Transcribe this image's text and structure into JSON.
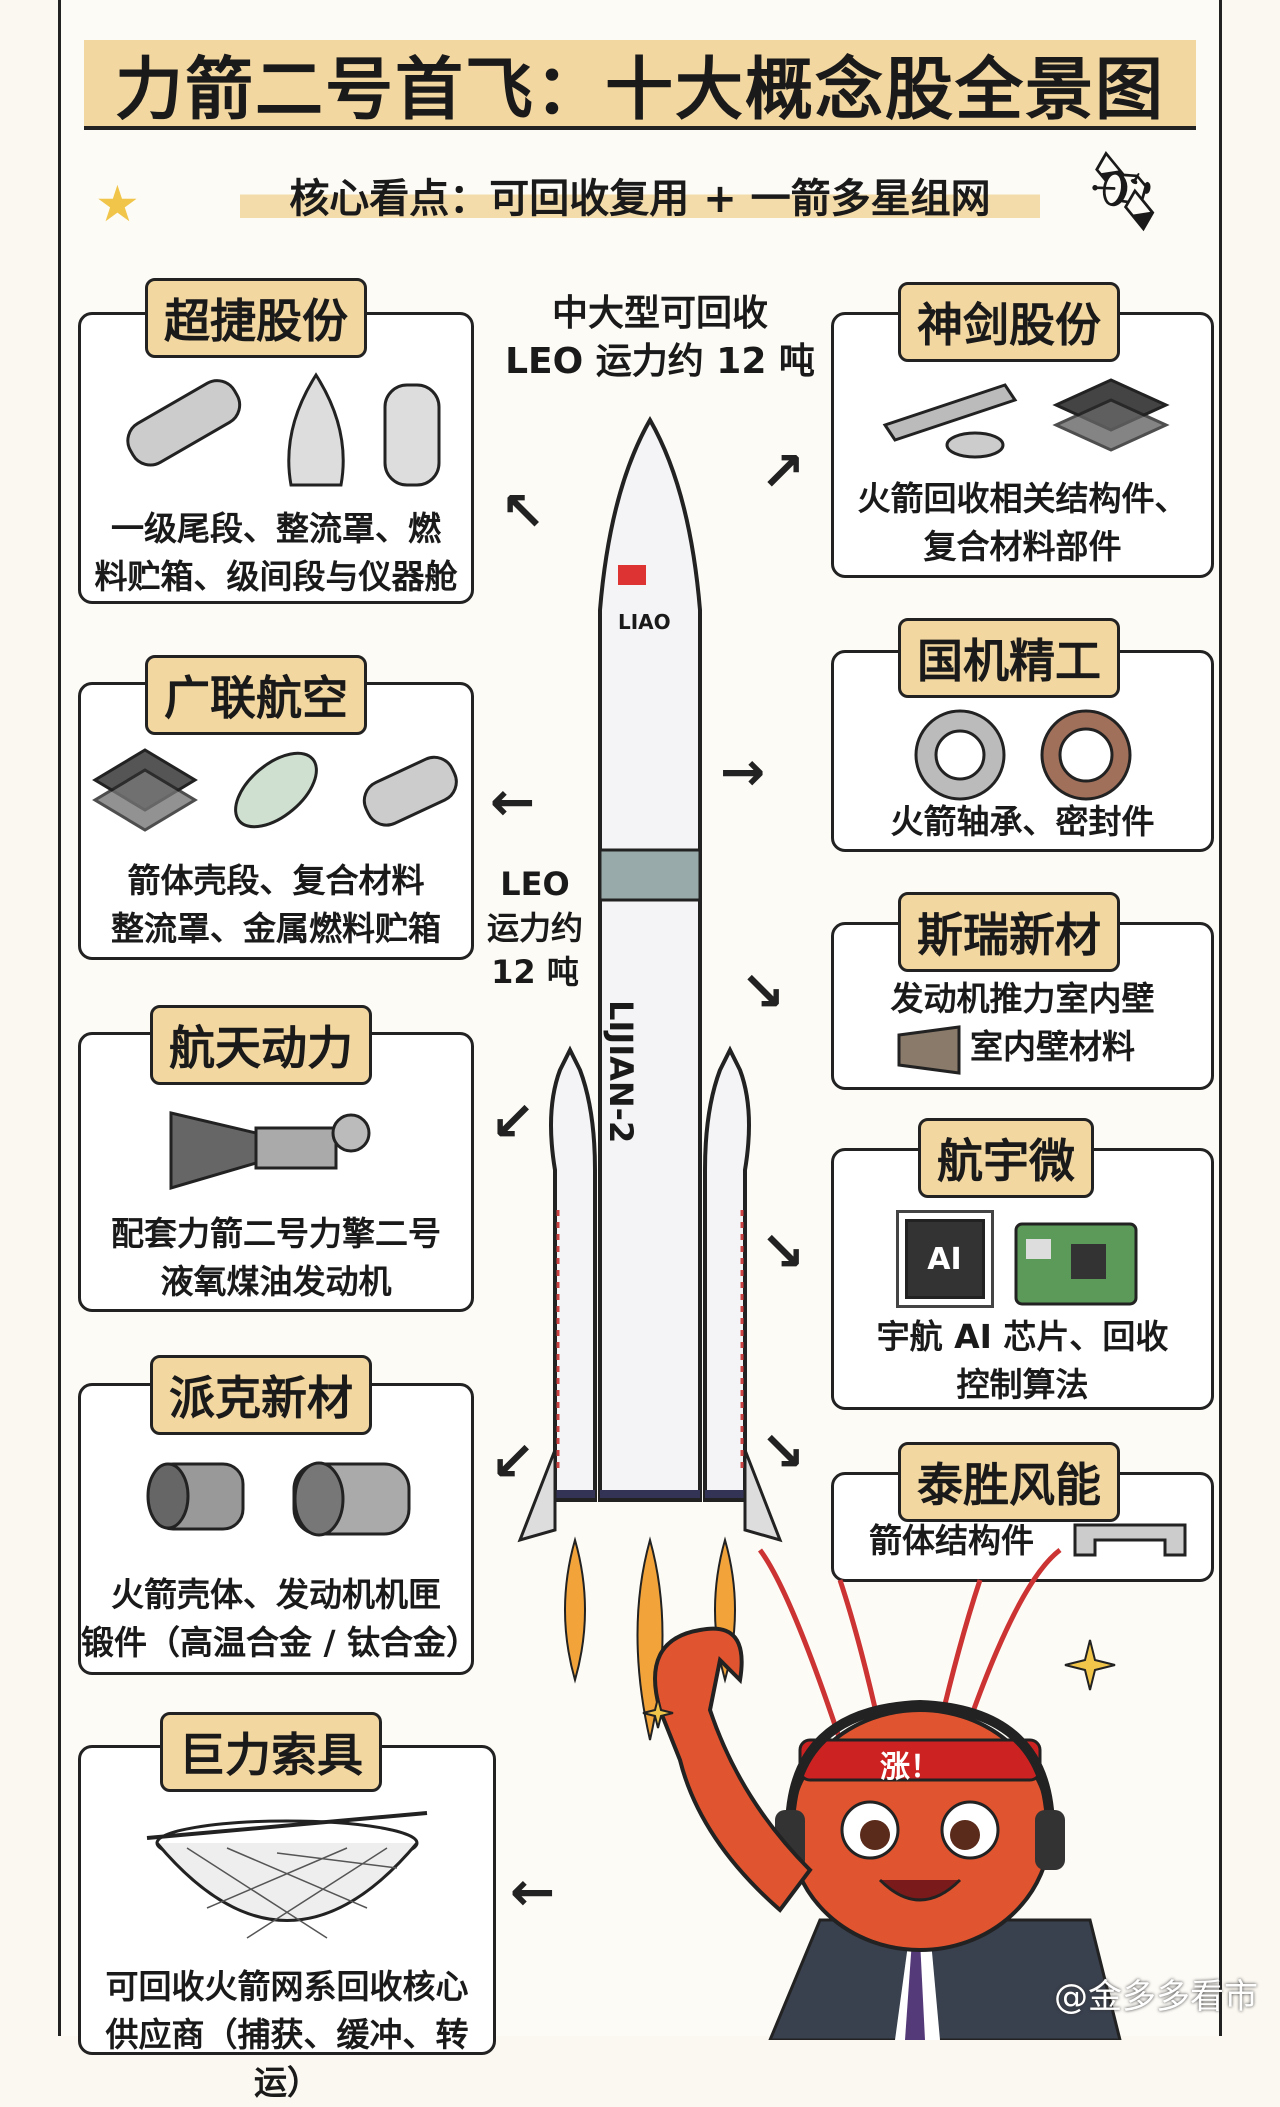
{
  "title": "力箭二号首飞：十大概念股全景图",
  "subtitle": "核心看点：可回收复用 + 一箭多星组网",
  "rocket": {
    "top_note": [
      "中大型可回收",
      "LEO 运力约 12 吨"
    ],
    "side_note": [
      "LEO",
      "运力约",
      "12 吨"
    ],
    "flag_label": "LIAO",
    "body_label": "LIJIAN-2"
  },
  "left": [
    {
      "name": "超捷股份",
      "desc": [
        "一级尾段、整流罩、燃",
        "料贮箱、级间段与仪器舱"
      ]
    },
    {
      "name": "广联航空",
      "desc": [
        "箭体壳段、复合材料",
        "整流罩、金属燃料贮箱"
      ]
    },
    {
      "name": "航天动力",
      "desc": [
        "配套力箭二号力擎二号",
        "液氧煤油发动机"
      ]
    },
    {
      "name": "派克新材",
      "desc": [
        "火箭壳体、发动机机匣",
        "锻件（高温合金 / 钛合金）"
      ]
    },
    {
      "name": "巨力索具",
      "desc": [
        "可回收火箭网系回收核心",
        "供应商（捕获、缓冲、转运）"
      ]
    }
  ],
  "right": [
    {
      "name": "神剑股份",
      "desc": [
        "火箭回收相关结构件、",
        "复合材料部件"
      ]
    },
    {
      "name": "国机精工",
      "desc": [
        "火箭轴承、密封件"
      ]
    },
    {
      "name": "斯瑞新材",
      "desc": [
        "发动机推力室内壁",
        "室内壁材料"
      ]
    },
    {
      "name": "航宇微",
      "desc": [
        "宇航 AI 芯片、回收",
        "控制算法"
      ],
      "chip": "AI"
    },
    {
      "name": "泰胜风能",
      "desc": [
        "箭体结构件"
      ]
    }
  ],
  "mascot": {
    "headband": "涨！"
  },
  "watermark": "@金多多看市",
  "colors": {
    "label_bg": "#f3d7a0",
    "flame": "#f2a33a",
    "lobster": "#e0552f"
  }
}
